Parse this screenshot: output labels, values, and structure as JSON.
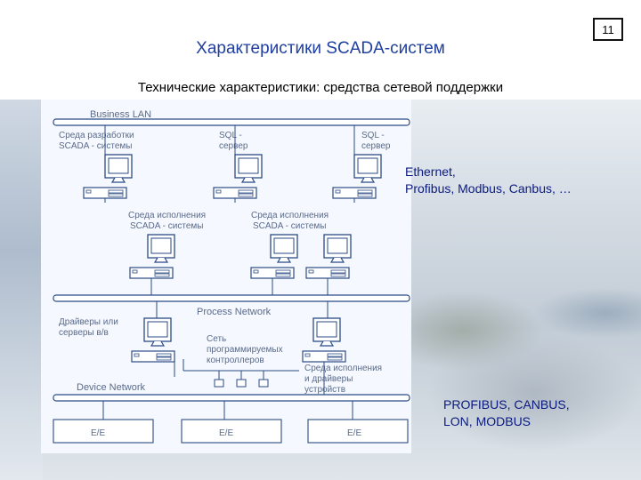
{
  "slide_number": "11",
  "title": "Характеристики SCADA-систем",
  "subtitle": "Технические характеристики: средства сетевой поддержки",
  "diagram": {
    "business_lan": "Business LAN",
    "dev_env_line1": "Среда разработки",
    "dev_env_line2": "SCADA - системы",
    "sql_line1": "SQL -",
    "sql_line2": "сервер",
    "runtime_line1": "Среда исполнения",
    "runtime_line2": "SCADA - системы",
    "process_network": "Process Network",
    "drivers_line1": "Драйверы  или",
    "drivers_line2": "серверы в/в",
    "plc_line1": "Сеть",
    "plc_line2": "программируемых",
    "plc_line3": "контроллеров",
    "device_runtime_line1": "Среда исполнения",
    "device_runtime_line2": "и драйверы",
    "device_runtime_line3": "устройств",
    "device_network": "Device Network",
    "io_label": "E/E"
  },
  "ethernet_line1": "Ethernet,",
  "ethernet_line2": "Profibus, Modbus, Canbus, …",
  "fieldbus_line1": "PROFIBUS, CANBUS,",
  "fieldbus_line2": "LON, MODBUS",
  "colors": {
    "title": "#1f3fa0",
    "diagram_line": "#2b4a86",
    "diagram_text": "#5a6a8a",
    "callout_text": "#0a1a80"
  }
}
